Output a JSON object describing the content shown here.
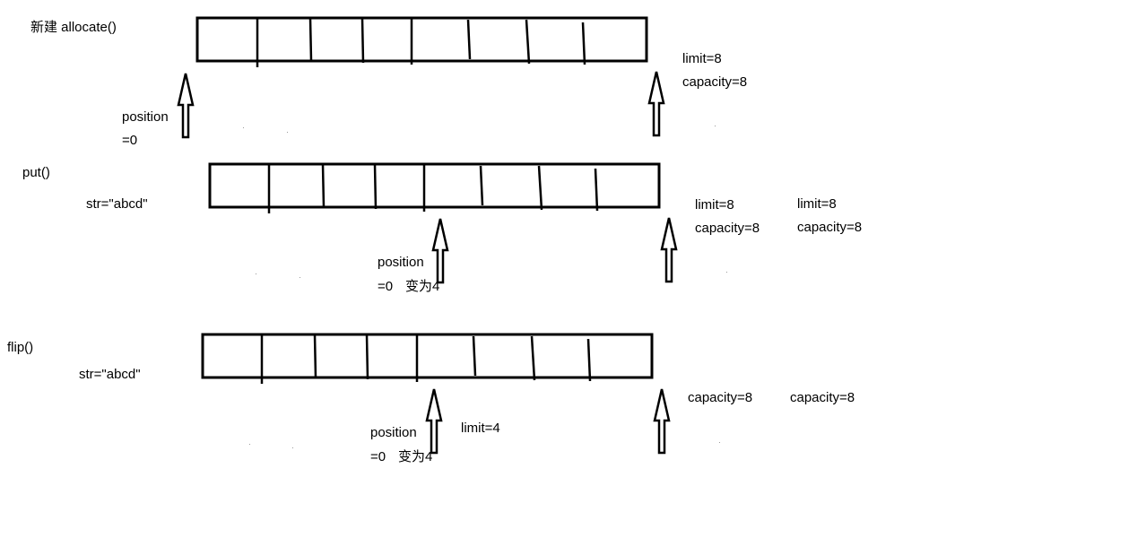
{
  "sections": [
    {
      "operation": "新建 allocate()",
      "position_label": "position",
      "position_value": "=0",
      "limit_label": "limit=8",
      "capacity_label": "capacity=8"
    },
    {
      "operation": "put()",
      "str_label": "str=\"abcd\"",
      "position_label": "position",
      "position_value": "=0",
      "position_change": "变为4",
      "limit_label": "limit=8",
      "capacity_label": "capacity=8",
      "limit_label_2": "limit=8",
      "capacity_label_2": "capacity=8"
    },
    {
      "operation": "flip()",
      "str_label": "str=\"abcd\"",
      "position_label": "position",
      "position_value": "=0",
      "position_change": "变为4",
      "limit_label": "limit=4",
      "capacity_label": "capacity=8",
      "capacity_label_2": "capacity=8"
    }
  ]
}
